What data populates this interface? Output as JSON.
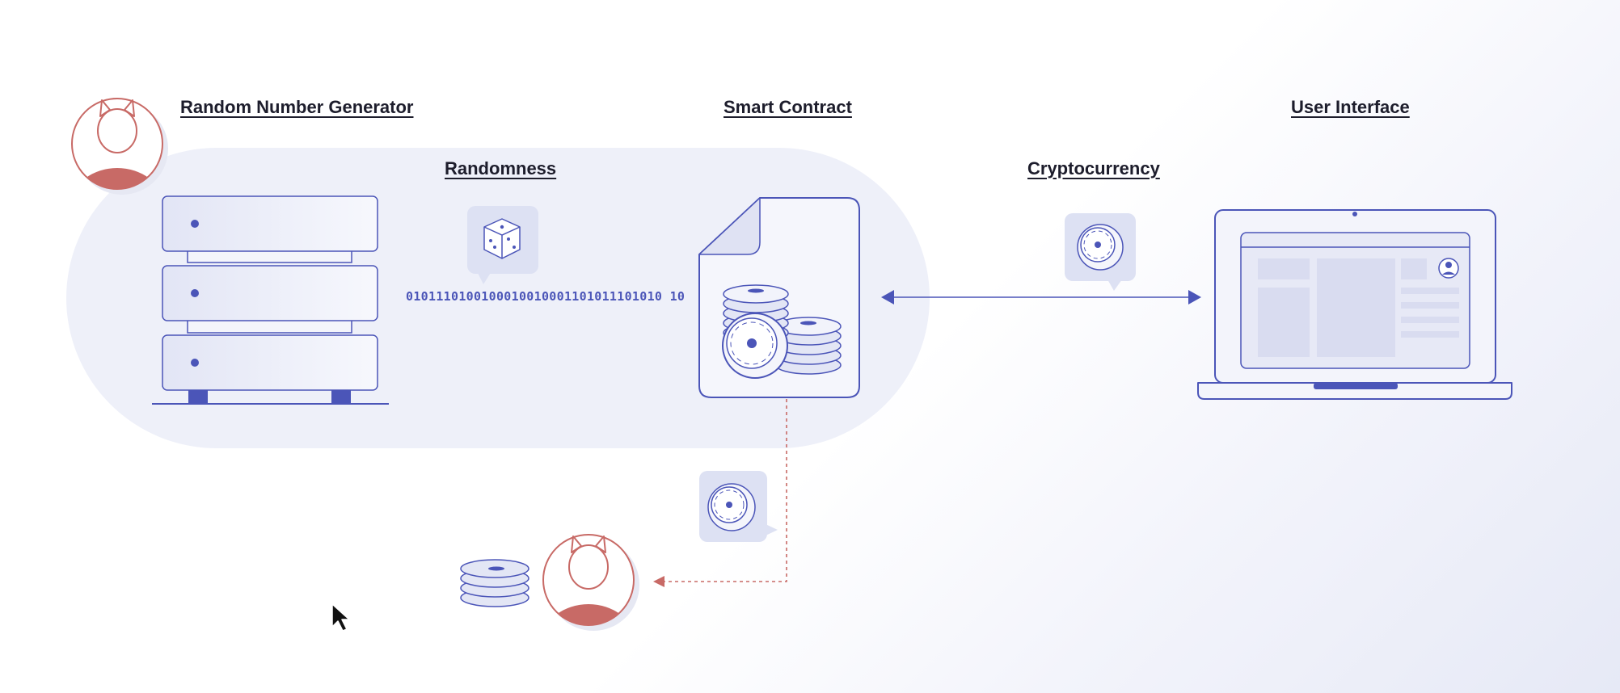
{
  "labels": {
    "rng": "Random Number Generator",
    "smart_contract": "Smart Contract",
    "user_interface": "User Interface",
    "randomness": "Randomness",
    "cryptocurrency": "Cryptocurrency"
  },
  "binary_stream": "0101110100100010010001101011101010 10",
  "colors": {
    "accent": "#4b55b8",
    "panel": "#eef0f9",
    "avatar": "#c86a66",
    "text": "#1d1d2c"
  },
  "icons": [
    "devil-avatar-icon",
    "server-rack-icon",
    "dice-icon",
    "document-icon",
    "coin-stack-icon",
    "coin-icon",
    "laptop-icon",
    "arrow-icon",
    "cursor-icon"
  ]
}
